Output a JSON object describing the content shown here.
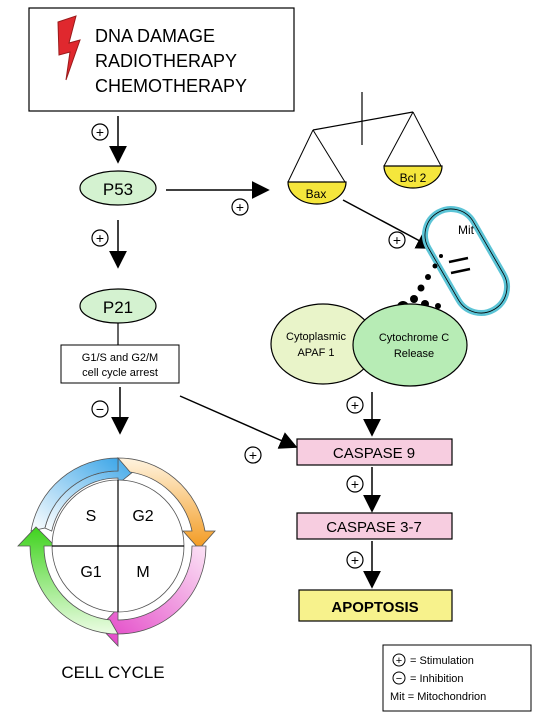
{
  "trigger": {
    "line1": "DNA DAMAGE",
    "line2": "RADIOTHERAPY",
    "line3": "CHEMOTHERAPY"
  },
  "nodes": {
    "p53": "P53",
    "p21": "P21",
    "arrest_line1": "G1/S and G2/M",
    "arrest_line2": "cell cycle arrest",
    "bax": "Bax",
    "bcl2": "Bcl 2",
    "mit": "Mit",
    "apaf_line1": "Cytoplasmic",
    "apaf_line2": "APAF 1",
    "cytc_line1": "Cytochrome C",
    "cytc_line2": "Release",
    "caspase9": "CASPASE 9",
    "caspase37": "CASPASE 3-7",
    "apoptosis": "APOPTOSIS"
  },
  "cell_cycle": {
    "title": "CELL CYCLE",
    "s": "S",
    "g2": "G2",
    "g1": "G1",
    "m": "M"
  },
  "signs": {
    "plus": "+",
    "minus": "−"
  },
  "legend": {
    "stimulation": "= Stimulation",
    "inhibition": "= Inhibition",
    "mit": "Mit = Mitochondrion"
  },
  "colors": {
    "p_node": "#d4f2d0",
    "bax_bcl": "#f5e63c",
    "caspase": "#f7cde0",
    "apoptosis": "#f7f28c",
    "apaf": "#e9f4c9",
    "cytc": "#b7ecb5",
    "mito": "#5cc4d6",
    "lightning": "#e0282e"
  }
}
